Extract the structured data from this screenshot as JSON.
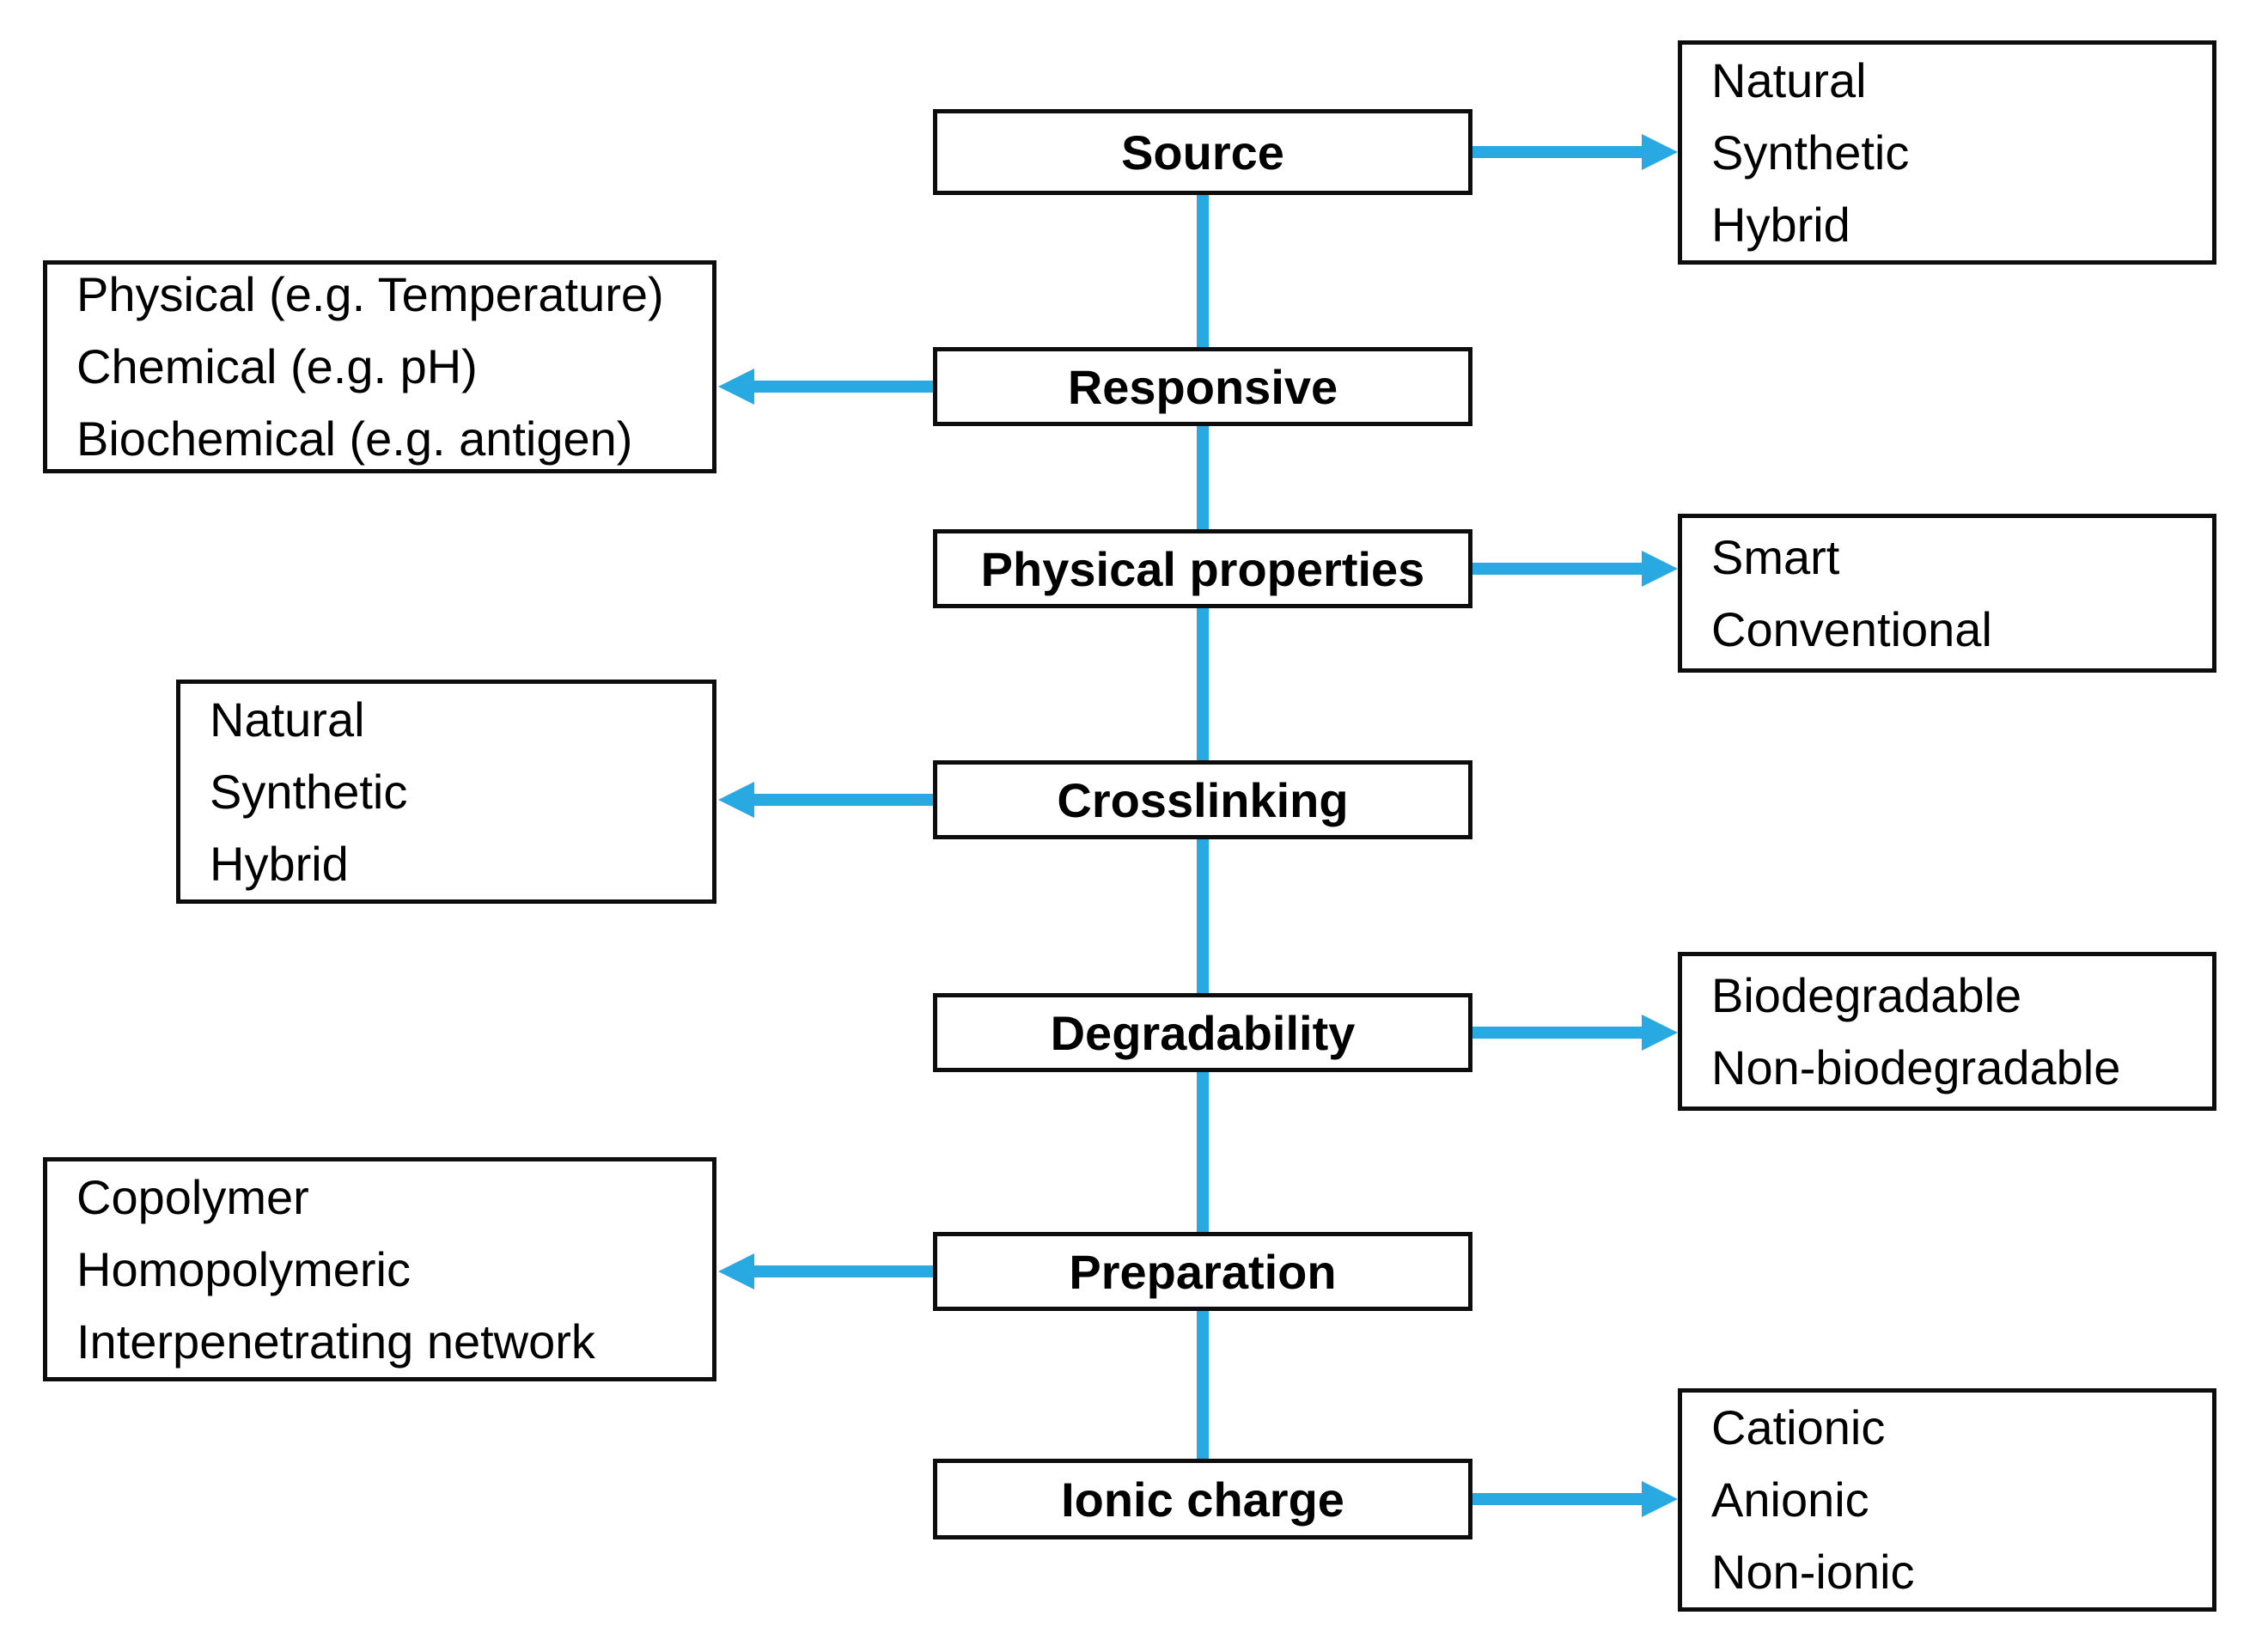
{
  "diagram_type": "hierarchy-flow-diagram",
  "colors": {
    "arrow_blue": "#29a9e1",
    "box_border": "#0d0d0d",
    "box_fill": "#ffffff",
    "text": "#000000"
  },
  "nodes": [
    {
      "id": "source",
      "label": "Source",
      "branch_side": "right",
      "children": [
        "Natural",
        "Synthetic",
        "Hybrid"
      ]
    },
    {
      "id": "responsive",
      "label": "Responsive",
      "branch_side": "left",
      "children": [
        "Physical (e.g. Temperature)",
        "Chemical (e.g. pH)",
        "Biochemical (e.g. antigen)"
      ]
    },
    {
      "id": "physical-properties",
      "label": "Physical properties",
      "branch_side": "right",
      "children": [
        "Smart",
        "Conventional"
      ]
    },
    {
      "id": "crosslinking",
      "label": "Crosslinking",
      "branch_side": "left",
      "children": [
        "Natural",
        "Synthetic",
        "Hybrid"
      ]
    },
    {
      "id": "degradability",
      "label": "Degradability",
      "branch_side": "right",
      "children": [
        "Biodegradable",
        "Non-biodegradable"
      ]
    },
    {
      "id": "preparation",
      "label": "Preparation",
      "branch_side": "left",
      "children": [
        "Copolymer",
        "Homopolymeric",
        "Interpenetrating network"
      ]
    },
    {
      "id": "ionic-charge",
      "label": "Ionic charge",
      "branch_side": "right",
      "children": [
        "Cationic",
        "Anionic",
        "Non-ionic"
      ]
    }
  ]
}
